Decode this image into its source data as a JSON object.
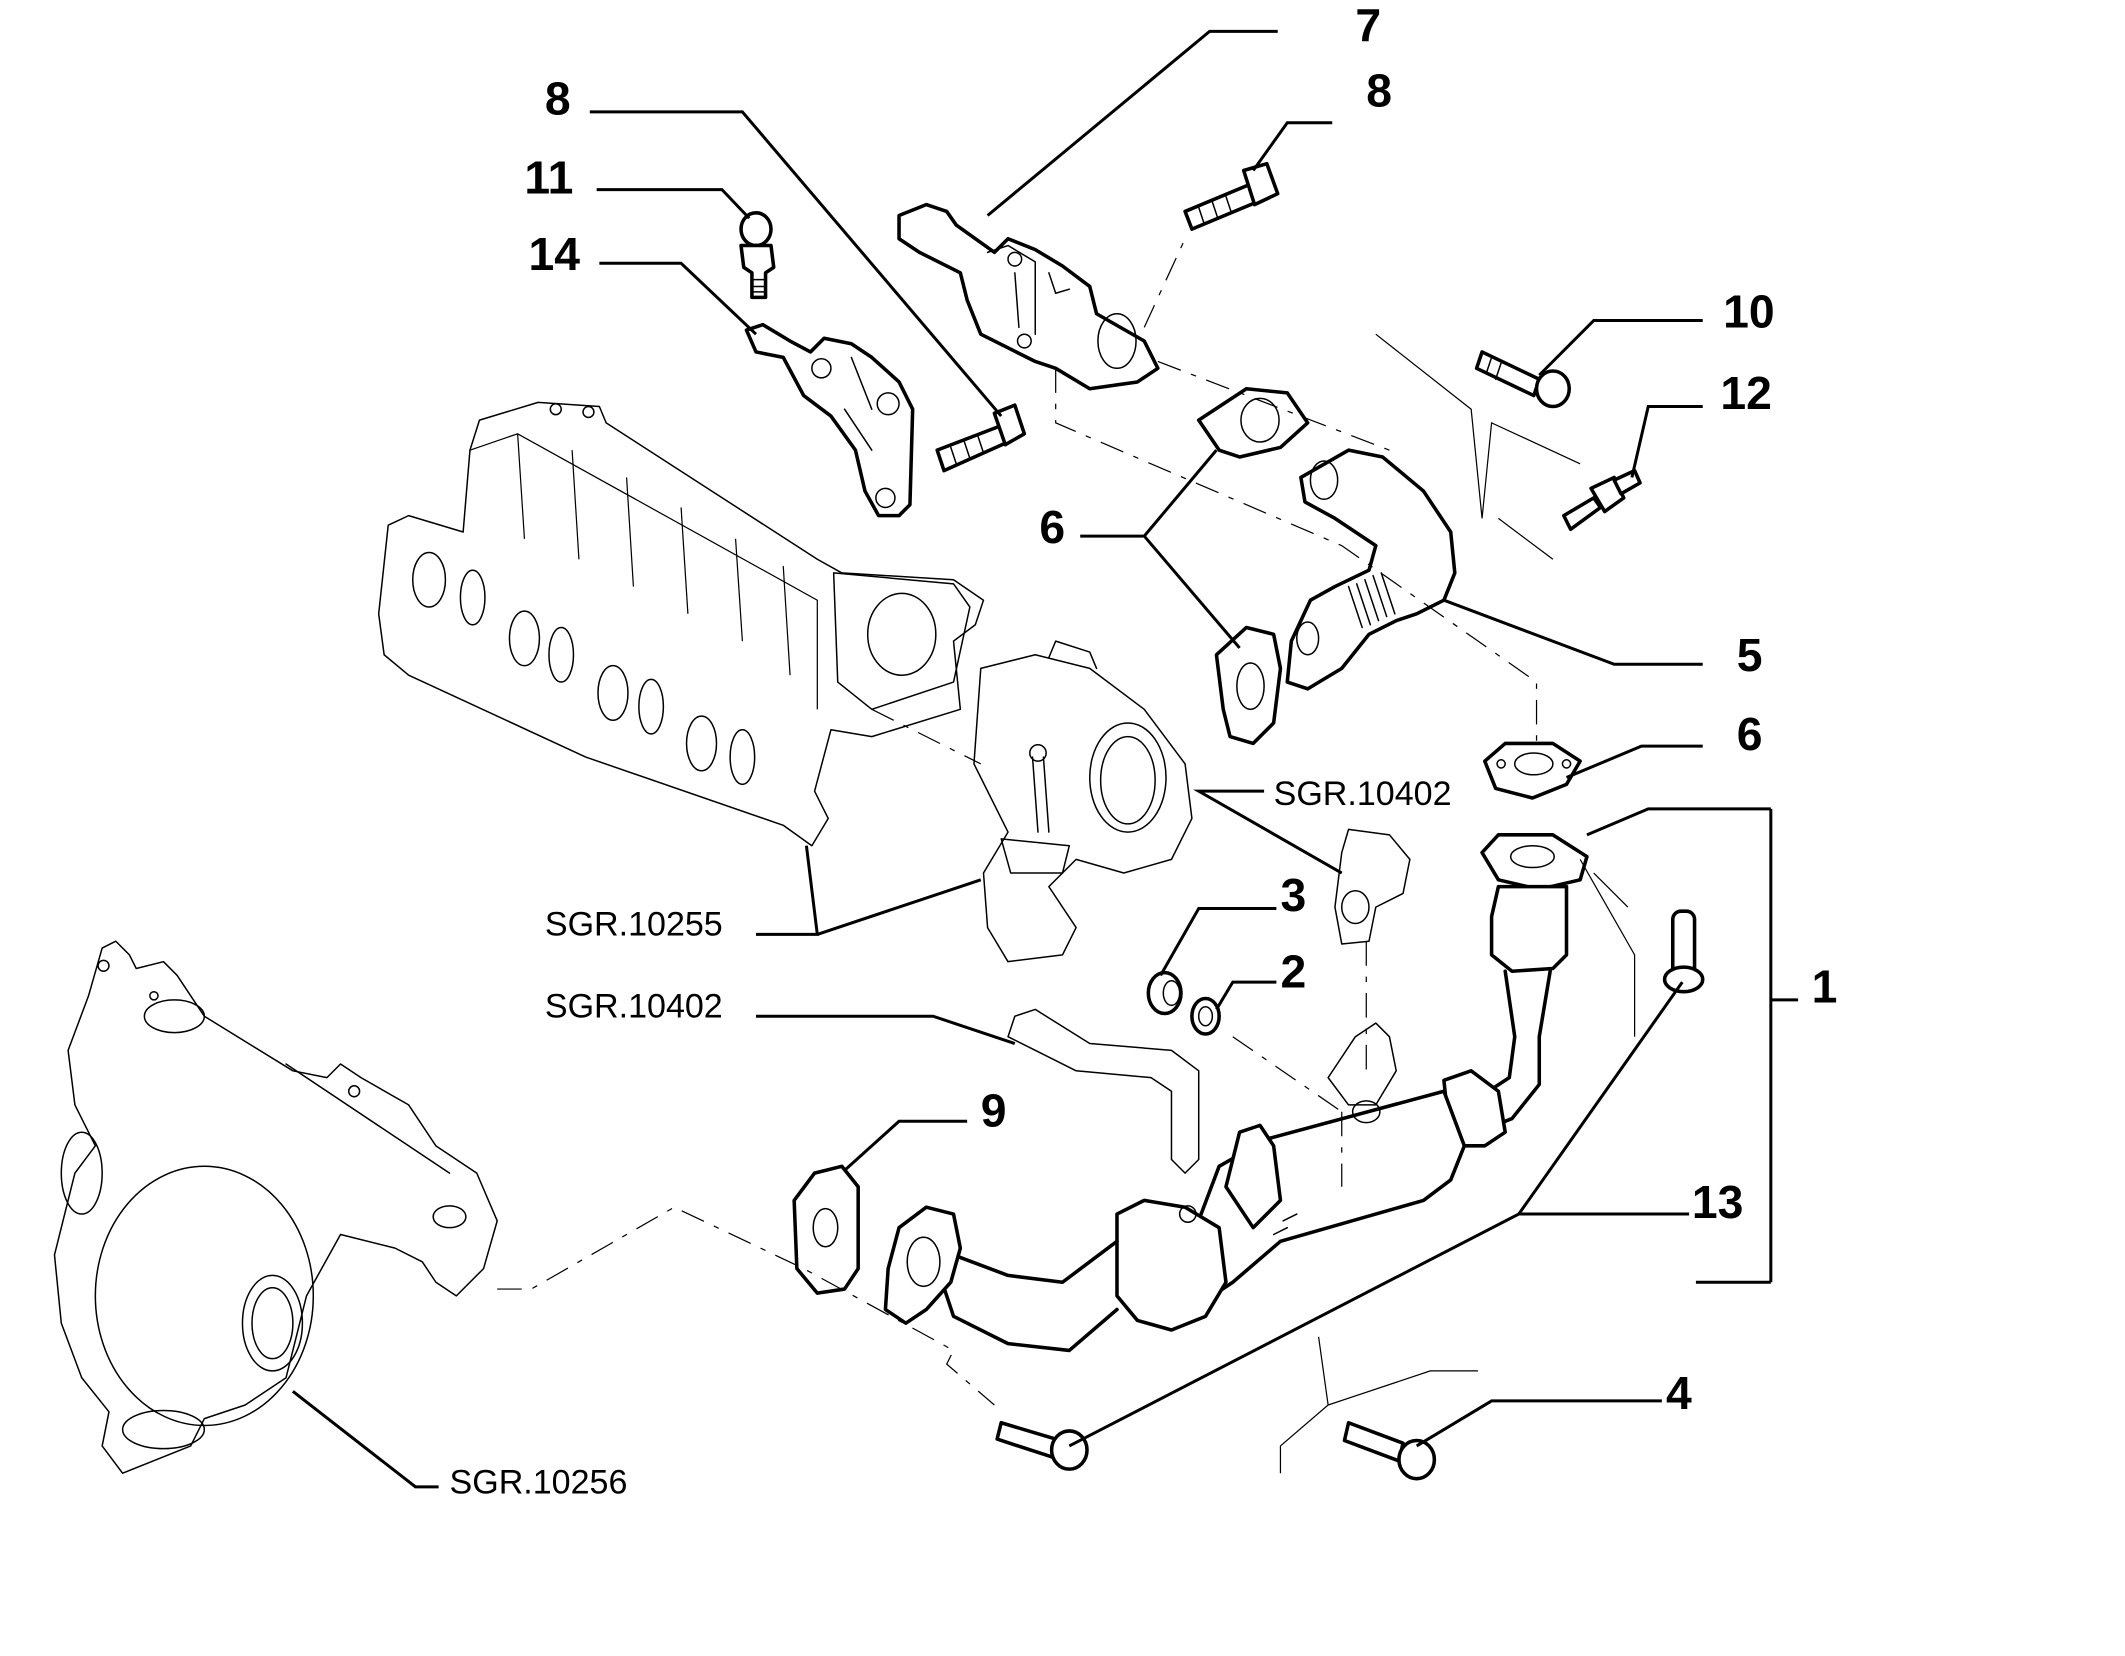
{
  "diagram": {
    "title": "EGR valve and exhaust gas recirculation pipes — exploded parts view",
    "background_color": "#ffffff",
    "line_color": "#000000"
  },
  "callouts": [
    {
      "id": "c7",
      "label": "7",
      "part": "EGR valve"
    },
    {
      "id": "c8a",
      "label": "8",
      "part": "bolt (EGR valve, left)"
    },
    {
      "id": "c8b",
      "label": "8",
      "part": "bolt (EGR valve, right)"
    },
    {
      "id": "c11",
      "label": "11",
      "part": "stud / ball pin"
    },
    {
      "id": "c14",
      "label": "14",
      "part": "bracket"
    },
    {
      "id": "c10",
      "label": "10",
      "part": "bolt"
    },
    {
      "id": "c12",
      "label": "12",
      "part": "stud"
    },
    {
      "id": "c6a",
      "label": "6",
      "part": "gasket (pair)"
    },
    {
      "id": "c5",
      "label": "5",
      "part": "EGR pipe with bellows"
    },
    {
      "id": "c6b",
      "label": "6",
      "part": "gasket"
    },
    {
      "id": "c3",
      "label": "3",
      "part": "bush"
    },
    {
      "id": "c2",
      "label": "2",
      "part": "washer"
    },
    {
      "id": "c1",
      "label": "1",
      "part": "EGR cooler assembly (bracket group)"
    },
    {
      "id": "c9",
      "label": "9",
      "part": "gasket"
    },
    {
      "id": "c13",
      "label": "13",
      "part": "bolt"
    },
    {
      "id": "c4",
      "label": "4",
      "part": "bolt"
    }
  ],
  "references": [
    {
      "id": "r1",
      "label": "SGR.10402",
      "part": "throttle body (upper)"
    },
    {
      "id": "r2",
      "label": "SGR.10255",
      "part": "intake manifold / throttle body"
    },
    {
      "id": "r3",
      "label": "SGR.10402",
      "part": "hose (lower)"
    },
    {
      "id": "r4",
      "label": "SGR.10256",
      "part": "turbocharger / exhaust manifold"
    }
  ]
}
